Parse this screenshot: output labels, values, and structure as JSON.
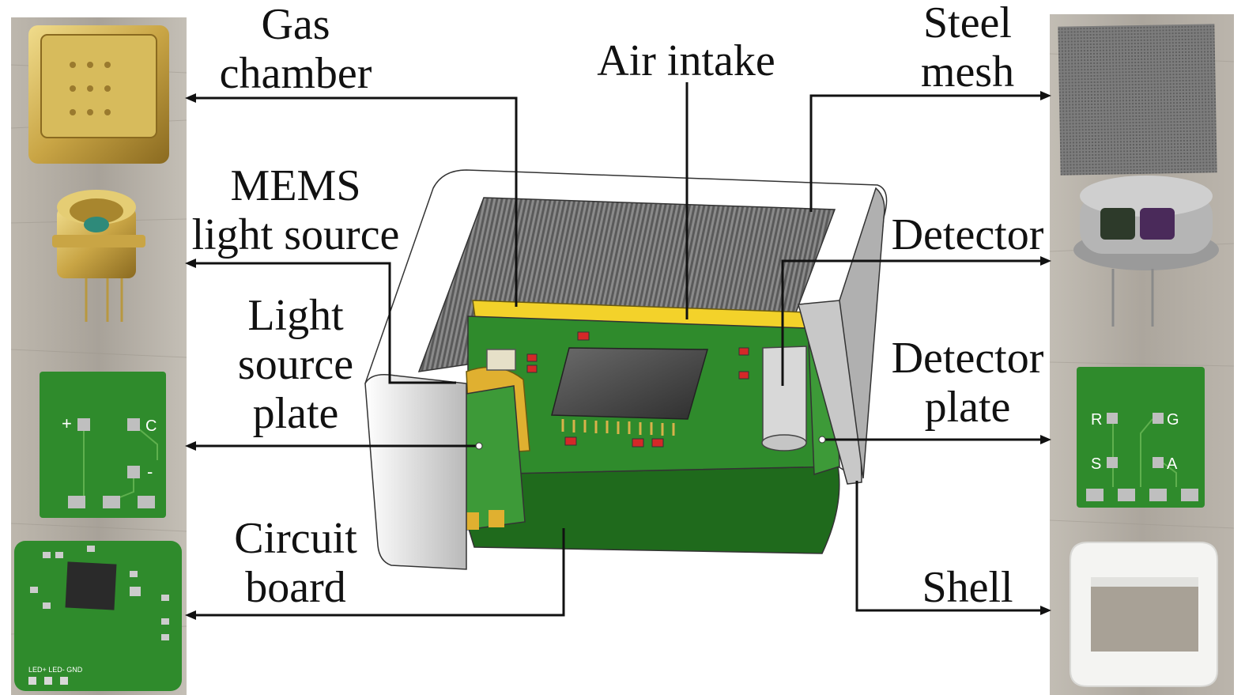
{
  "labels": {
    "gas_chamber": [
      "Gas",
      "chamber"
    ],
    "mems_light_source": [
      "MEMS",
      "light source"
    ],
    "light_source_plate": [
      "Light",
      "source",
      "plate"
    ],
    "circuit_board": [
      "Circuit",
      "board"
    ],
    "air_intake": [
      "Air intake"
    ],
    "steel_mesh": [
      "Steel",
      "mesh"
    ],
    "detector": [
      "Detector"
    ],
    "detector_plate": [
      "Detector",
      "plate"
    ],
    "shell": [
      "Shell"
    ]
  },
  "pcb_texts": {
    "plus": "+",
    "c": "C",
    "minus": "-",
    "r": "R",
    "g": "G",
    "s": "S",
    "a": "A",
    "board_marks": "LED+ LED- GND"
  },
  "colors": {
    "gold": "#c9a545",
    "pcb_green": "#2f8b2c",
    "chip": "#3a3a3a",
    "mesh": "#7a7a7a",
    "shell_white": "#f4f4f2",
    "wood": "#b8b2a8"
  }
}
